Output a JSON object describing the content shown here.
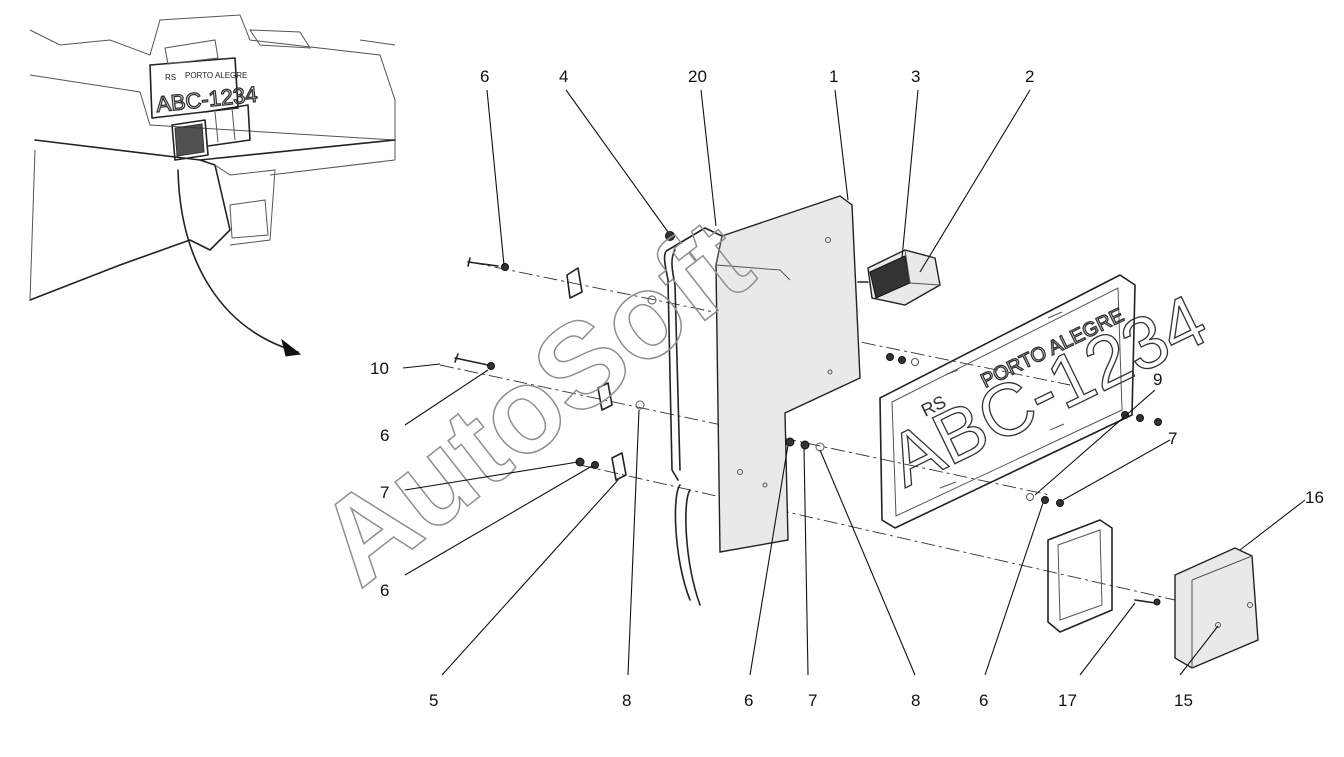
{
  "watermark": "AutoSoft",
  "plate": {
    "state": "RS",
    "city": "PORTO ALEGRE",
    "number": "ABC-1234"
  },
  "callouts": [
    {
      "id": "c6a",
      "label": "6"
    },
    {
      "id": "c4",
      "label": "4"
    },
    {
      "id": "c20",
      "label": "20"
    },
    {
      "id": "c1",
      "label": "1"
    },
    {
      "id": "c3",
      "label": "3"
    },
    {
      "id": "c2",
      "label": "2"
    },
    {
      "id": "c10",
      "label": "10"
    },
    {
      "id": "c6b",
      "label": "6"
    },
    {
      "id": "c9",
      "label": "9"
    },
    {
      "id": "c7a",
      "label": "7"
    },
    {
      "id": "c7b",
      "label": "7"
    },
    {
      "id": "c16",
      "label": "16"
    },
    {
      "id": "c6c",
      "label": "6"
    },
    {
      "id": "c5",
      "label": "5"
    },
    {
      "id": "c8a",
      "label": "8"
    },
    {
      "id": "c6d",
      "label": "6"
    },
    {
      "id": "c7c",
      "label": "7"
    },
    {
      "id": "c8b",
      "label": "8"
    },
    {
      "id": "c6e",
      "label": "6"
    },
    {
      "id": "c17",
      "label": "17"
    },
    {
      "id": "c15",
      "label": "15"
    }
  ]
}
